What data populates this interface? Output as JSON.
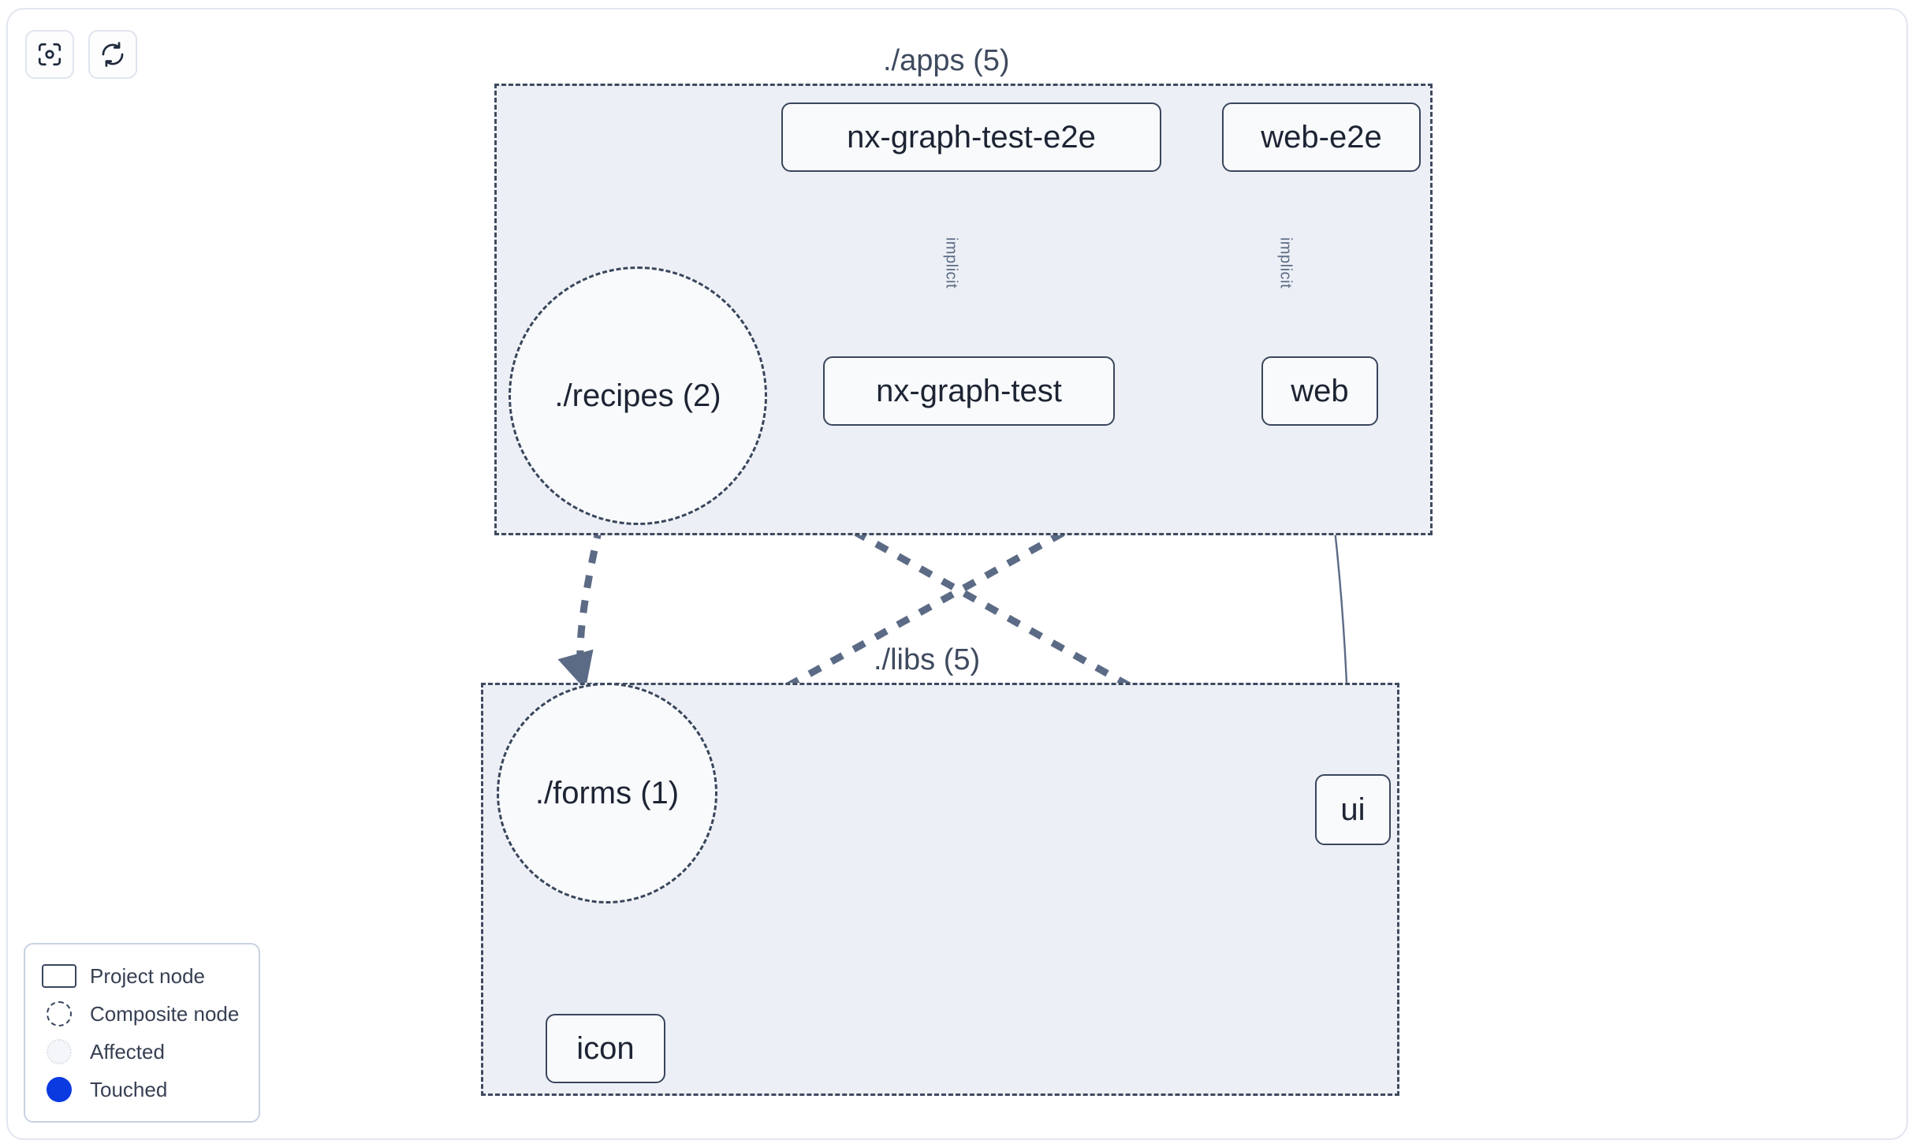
{
  "toolbar": {
    "buttons": [
      {
        "name": "focus-graph-button",
        "icon": "focus-target-icon",
        "label": ""
      },
      {
        "name": "refresh-graph-button",
        "icon": "refresh-icon",
        "label": ""
      }
    ]
  },
  "graph": {
    "groups": [
      {
        "id": "apps",
        "label": "./apps (5)"
      },
      {
        "id": "libs",
        "label": "./libs (5)"
      }
    ],
    "nodes": [
      {
        "id": "nx-graph-test-e2e",
        "label": "nx-graph-test-e2e",
        "type": "project",
        "group": "apps"
      },
      {
        "id": "web-e2e",
        "label": "web-e2e",
        "type": "project",
        "group": "apps"
      },
      {
        "id": "recipes",
        "label": "./recipes (2)",
        "type": "composite",
        "group": "apps"
      },
      {
        "id": "nx-graph-test",
        "label": "nx-graph-test",
        "type": "project",
        "group": "apps"
      },
      {
        "id": "web",
        "label": "web",
        "type": "project",
        "group": "apps"
      },
      {
        "id": "forms",
        "label": "./forms (1)",
        "type": "composite",
        "group": "libs"
      },
      {
        "id": "ui",
        "label": "ui",
        "type": "project",
        "group": "libs"
      },
      {
        "id": "icon",
        "label": "icon",
        "type": "project",
        "group": "libs"
      }
    ],
    "edges": [
      {
        "from": "nx-graph-test-e2e",
        "to": "nx-graph-test",
        "label": "implicit",
        "style": "solid"
      },
      {
        "from": "web-e2e",
        "to": "web",
        "label": "implicit",
        "style": "solid"
      },
      {
        "from": "recipes",
        "to": "forms",
        "label": "",
        "style": "dashed"
      },
      {
        "from": "recipes",
        "to": "ui",
        "label": "",
        "style": "dashed"
      },
      {
        "from": "web",
        "to": "forms",
        "label": "",
        "style": "dashed"
      },
      {
        "from": "web",
        "to": "ui",
        "label": "",
        "style": "solid"
      },
      {
        "from": "forms",
        "to": "icon",
        "label": "",
        "style": "dashed"
      }
    ]
  },
  "legend": {
    "items": [
      {
        "swatch": "project-node-swatch",
        "label": "Project node"
      },
      {
        "swatch": "composite-node-swatch",
        "label": "Composite node"
      },
      {
        "swatch": "affected-swatch",
        "label": "Affected"
      },
      {
        "swatch": "touched-swatch",
        "label": "Touched"
      }
    ]
  },
  "colors": {
    "group_fill": "#eceff5",
    "group_border": "#3f4a5f",
    "node_fill": "#f8fafc",
    "node_border": "#39465c",
    "edge": "#5c6b85",
    "touched": "#0b3ae0",
    "canvas_border": "#e2e6ef"
  }
}
